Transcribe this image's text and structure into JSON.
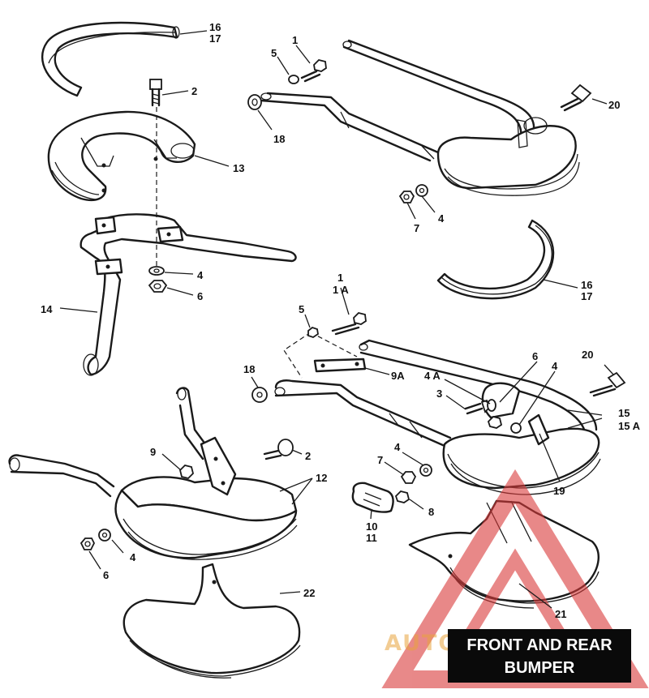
{
  "title": {
    "line1": "FRONT AND REAR",
    "line2": "BUMPER"
  },
  "watermark": {
    "text": "AUTOMOTO HUB",
    "color": "#d93a3a",
    "text_color": "#e8a43c"
  },
  "callouts": {
    "c1_top": "1",
    "c5_top": "5",
    "c16_17_top": [
      "16",
      "17"
    ],
    "c2_top": "2",
    "c13": "13",
    "c18_top": "18",
    "c20_top": "20",
    "c4_top_right": "4",
    "c7_top_right": "7",
    "c4_mid_left": "4",
    "c6_mid_left": "6",
    "c14": "14",
    "c16_17_mid": [
      "16",
      "17"
    ],
    "c1_1a": [
      "1",
      "1 A"
    ],
    "c5_mid": "5",
    "c9a": "9A",
    "c18_mid": "18",
    "c6_rear": "6",
    "c4a": "4 A",
    "c4_rear": "4",
    "c3": "3",
    "c20_rear": "20",
    "c15_15a": [
      "15",
      "15 A"
    ],
    "c19": "19",
    "c9": "9",
    "c2_lower": "2",
    "c12": "12",
    "c4_lower_mid": "4",
    "c7_lower": "7",
    "c8": "8",
    "c10_11": [
      "10",
      "11"
    ],
    "c4_lower_left": "4",
    "c6_lower_left": "6",
    "c22": "22",
    "c21": "21"
  }
}
